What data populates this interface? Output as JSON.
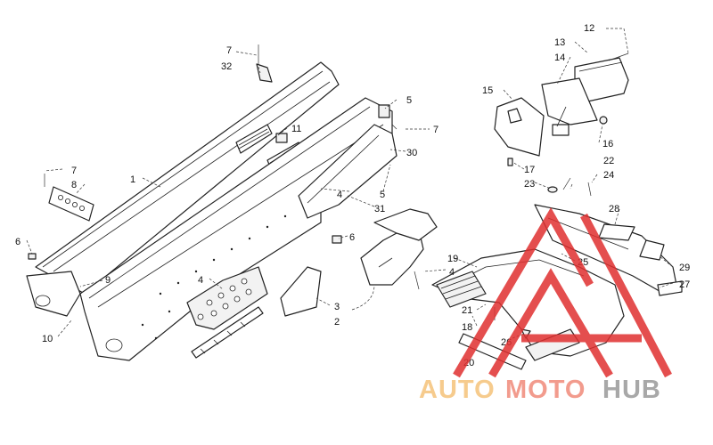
{
  "diagram": {
    "callouts": [
      {
        "id": "c1",
        "label": "1"
      },
      {
        "id": "c2",
        "label": "2"
      },
      {
        "id": "c3",
        "label": "3"
      },
      {
        "id": "c4a",
        "label": "4"
      },
      {
        "id": "c4b",
        "label": "4"
      },
      {
        "id": "c4c",
        "label": "4"
      },
      {
        "id": "c5a",
        "label": "5"
      },
      {
        "id": "c5b",
        "label": "5"
      },
      {
        "id": "c6a",
        "label": "6"
      },
      {
        "id": "c6b",
        "label": "6"
      },
      {
        "id": "c7a",
        "label": "7"
      },
      {
        "id": "c7b",
        "label": "7"
      },
      {
        "id": "c7c",
        "label": "7"
      },
      {
        "id": "c8",
        "label": "8"
      },
      {
        "id": "c9",
        "label": "9"
      },
      {
        "id": "c10",
        "label": "10"
      },
      {
        "id": "c11",
        "label": "11"
      },
      {
        "id": "c12",
        "label": "12"
      },
      {
        "id": "c13",
        "label": "13"
      },
      {
        "id": "c14",
        "label": "14"
      },
      {
        "id": "c15",
        "label": "15"
      },
      {
        "id": "c16",
        "label": "16"
      },
      {
        "id": "c17",
        "label": "17"
      },
      {
        "id": "c18",
        "label": "18"
      },
      {
        "id": "c19",
        "label": "19"
      },
      {
        "id": "c20",
        "label": "20"
      },
      {
        "id": "c21",
        "label": "21"
      },
      {
        "id": "c22",
        "label": "22"
      },
      {
        "id": "c23",
        "label": "23"
      },
      {
        "id": "c24",
        "label": "24"
      },
      {
        "id": "c25",
        "label": "25"
      },
      {
        "id": "c26",
        "label": "26"
      },
      {
        "id": "c27",
        "label": "27"
      },
      {
        "id": "c28",
        "label": "28"
      },
      {
        "id": "c29",
        "label": "29"
      },
      {
        "id": "c30",
        "label": "30"
      },
      {
        "id": "c31",
        "label": "31"
      },
      {
        "id": "c32",
        "label": "32"
      }
    ]
  },
  "watermark": {
    "part1": "AUTO",
    "part2": "MOTO",
    "part3": "HUB",
    "color1": "#f5c27a",
    "color2": "#f08a7a",
    "color3": "#9a9a9a",
    "triangle_color": "#e03030"
  }
}
